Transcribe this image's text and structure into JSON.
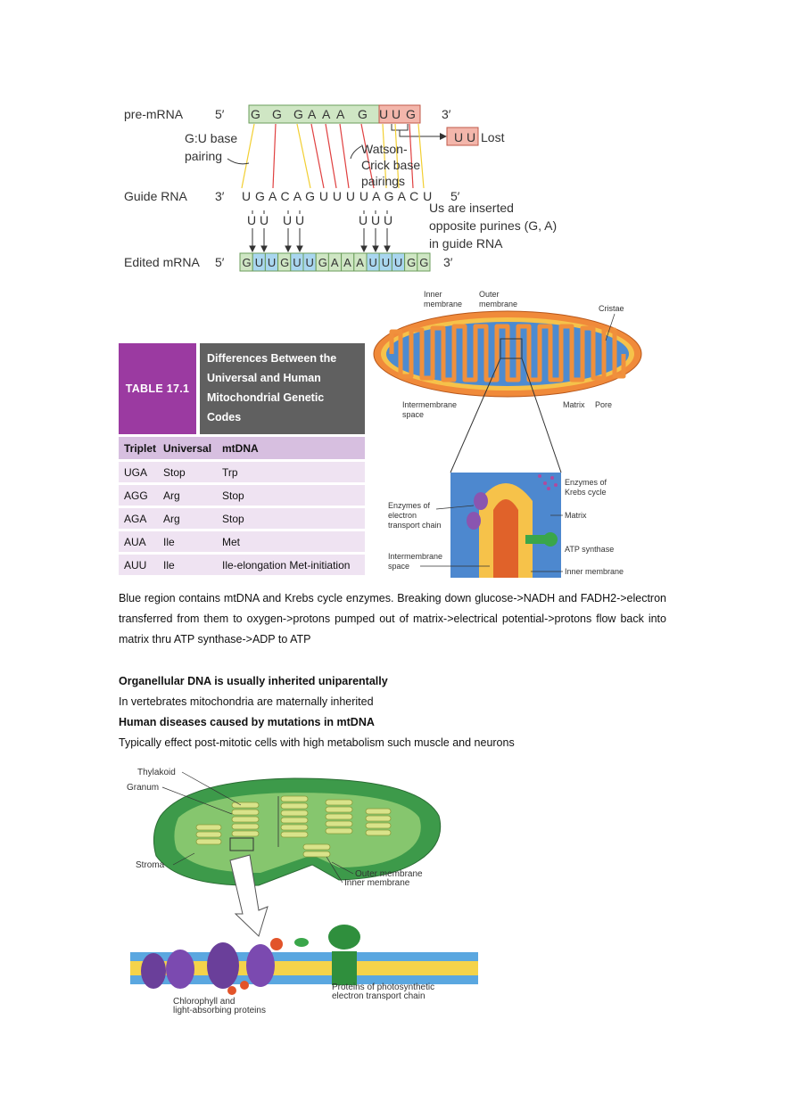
{
  "rna_editing": {
    "premrna_label": "pre-mRNA",
    "premrna_5": "5′",
    "premrna_3": "3′",
    "premrna_bases": [
      "G",
      "G",
      "G",
      "A",
      "A",
      "A",
      "G",
      "U",
      "U",
      "G"
    ],
    "lost_bases": [
      "U",
      "U"
    ],
    "lost_label": "Lost",
    "gu_label_1": "G:U base",
    "gu_label_2": "pairing",
    "wc_label_1": "Watson-",
    "wc_label_2": "Crick base",
    "wc_label_3": "pairings",
    "guide_label": "Guide RNA",
    "guide_3": "3′",
    "guide_5": "5′",
    "guide_seq": "U G A C A G U U U U A G A C U",
    "inserted_u_1": "U U",
    "inserted_u_2": "U U",
    "inserted_u_3": "U U U",
    "note_1": "Us are inserted",
    "note_2": "opposite purines (G, A)",
    "note_3": "in guide RNA",
    "edited_label": "Edited mRNA",
    "edited_5": "5′",
    "edited_3": "3′",
    "edited_bases": [
      "G",
      "U",
      "U",
      "G",
      "U",
      "U",
      "G",
      "A",
      "A",
      "A",
      "U",
      "U",
      "U",
      "G",
      "G"
    ]
  },
  "mito": {
    "inner_membrane": [
      "Inner",
      "membrane"
    ],
    "outer_membrane": [
      "Outer",
      "membrane"
    ],
    "cristae": "Cristae",
    "intermembrane_space": [
      "Intermembrane",
      "space"
    ],
    "matrix": "Matrix",
    "pore": "Pore",
    "enzymes_krebs": [
      "Enzymes of",
      "Krebs cycle"
    ],
    "enzymes_etc": [
      "Enzymes of",
      "electron",
      "transport chain"
    ],
    "matrix_detail": "Matrix",
    "atp_synthase": "ATP synthase",
    "intermembrane_space_detail": [
      "Intermembrane",
      "space"
    ],
    "inner_membrane_detail": "Inner membrane"
  },
  "table": {
    "number": "TABLE 17.1",
    "title": "Differences Between the Universal and Human Mitochondrial Genetic Codes",
    "columns": [
      "Triplet",
      "Universal",
      "mtDNA"
    ],
    "rows": [
      [
        "UGA",
        "Stop",
        "Trp"
      ],
      [
        "AGG",
        "Arg",
        "Stop"
      ],
      [
        "AGA",
        "Arg",
        "Stop"
      ],
      [
        "AUA",
        "Ile",
        "Met"
      ],
      [
        "AUU",
        "Ile",
        "Ile-elongation Met-initiation"
      ]
    ]
  },
  "text": {
    "paragraph": "Blue region contains mtDNA and Krebs cycle enzymes. Breaking down glucose->NADH and FADH2->electron transferred from them to oxygen->protons pumped out of matrix->electrical potential->protons flow back into matrix thru ATP synthase->ADP to ATP",
    "heading1": "Organellular DNA is usually inherited uniparentally",
    "line1": "In vertebrates mitochondria are maternally inherited",
    "heading2": "Human diseases caused by mutations in mtDNA",
    "line2": "Typically effect post-mitotic cells with high metabolism such muscle and neurons"
  },
  "chloro": {
    "thylakoid": "Thylakoid",
    "granum": "Granum",
    "stroma": "Stroma",
    "outer_membrane": "Outer membrane",
    "inner_membrane": "Inner membrane",
    "proteins_1": "Proteins of photosynthetic",
    "proteins_2": "electron transport chain",
    "chlorophyll_1": "Chlorophyll and",
    "chlorophyll_2": "light-absorbing proteins"
  }
}
